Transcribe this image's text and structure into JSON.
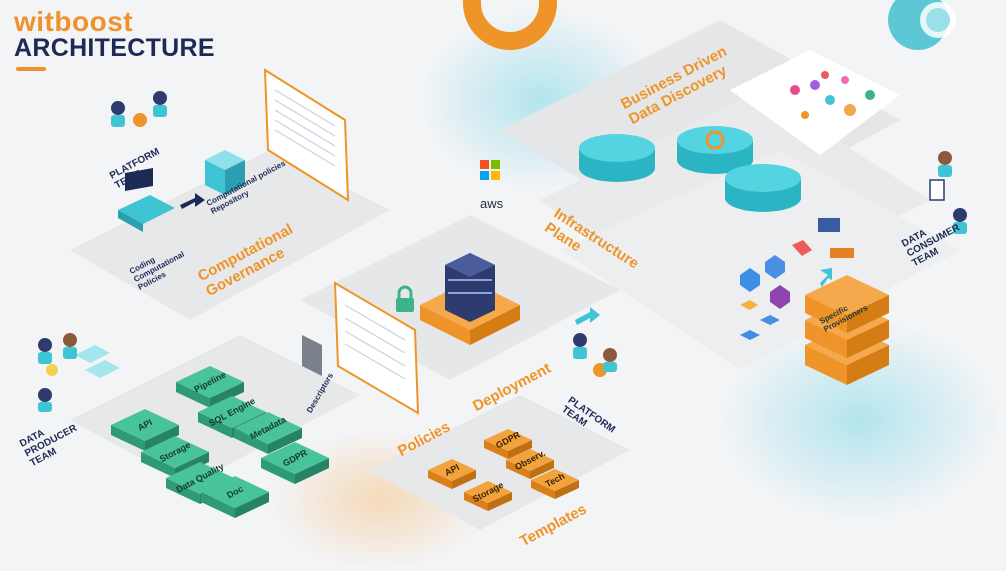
{
  "header": {
    "logo_text": "witboost",
    "title": "ARCHITECTURE"
  },
  "teams": {
    "platform_team_top": "PLATFORM TEAM",
    "platform_team_bottom": "PLATFORM TEAM",
    "data_producer_team": "DATA PRODUCER TEAM",
    "data_consumer_team": "DATA CONSUMER TEAM"
  },
  "sections": {
    "computational_governance": "Computational Governance",
    "business_driven_data_discovery": "Business Driven Data Discovery",
    "infrastructure_plane": "Infrastructure Plane",
    "policies": "Policies",
    "deployment": "Deployment",
    "templates": "Templates"
  },
  "governance": {
    "coding_policies": "Coding Computational Policies",
    "policies_repository": "Computational policies Repository"
  },
  "producer_blocks": [
    "API",
    "Pipeline",
    "SQL Engine",
    "Storage",
    "Metadata",
    "Data Quality",
    "GDPR",
    "Doc"
  ],
  "descriptors_label": "Descriptors",
  "template_blocks": [
    "API",
    "GDPR",
    "Observ.",
    "Storage",
    "Tech"
  ],
  "specific_provisioners": "Specific Provisioners",
  "cloud_labels": {
    "aws": "aws"
  },
  "colors": {
    "orange": "#ef9428",
    "navy": "#1d2a55",
    "green": "#3cb38c",
    "teal": "#4ccfd9",
    "background": "#f3f4f6"
  }
}
